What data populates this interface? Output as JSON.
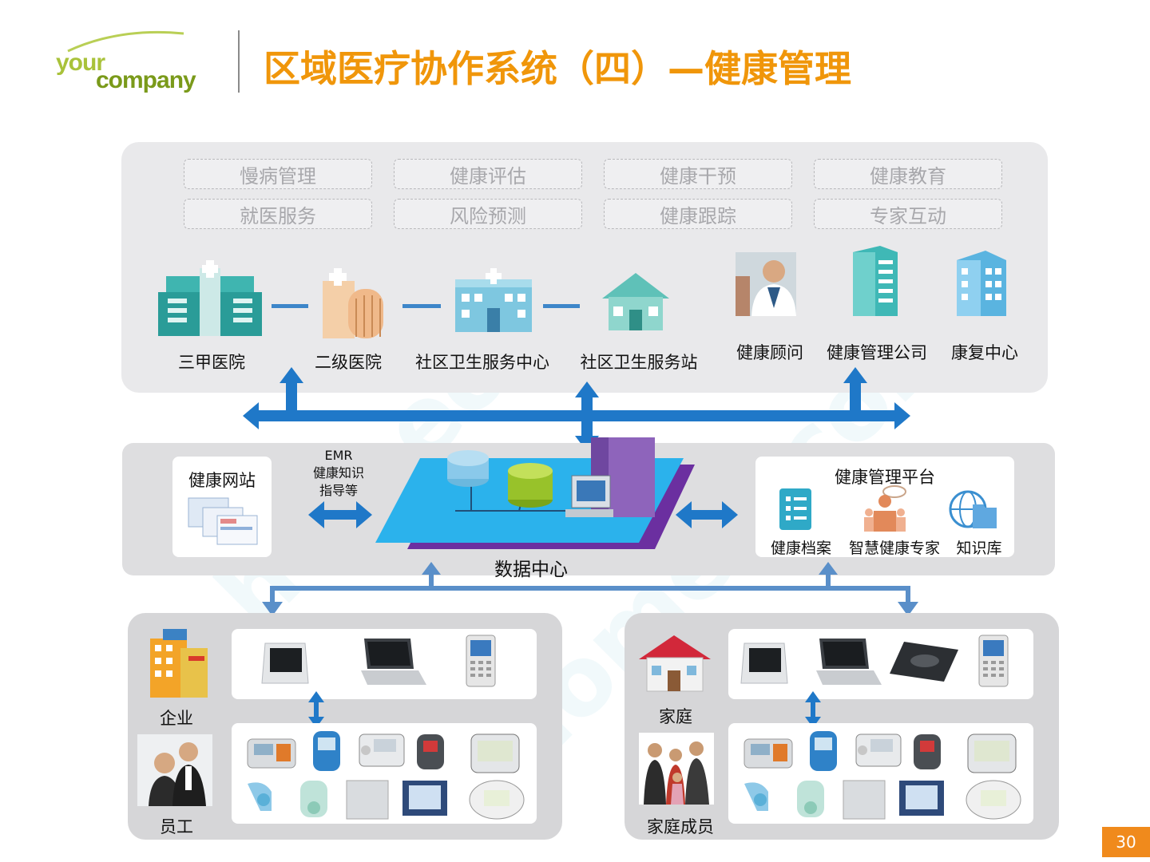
{
  "header": {
    "logo_line1": "your",
    "logo_line2": "company",
    "title": "区域医疗协作系统（四）—健康管理"
  },
  "services": [
    "慢病管理",
    "健康评估",
    "健康干预",
    "健康教育",
    "就医服务",
    "风险预测",
    "健康跟踪",
    "专家互动"
  ],
  "providers": [
    "三甲医院",
    "二级医院",
    "社区卫生服务中心",
    "社区卫生服务站",
    "健康顾问",
    "健康管理公司",
    "康复中心"
  ],
  "data_center": {
    "website_title": "健康网站",
    "link_label": "EMR\n健康知识\n指导等",
    "center_label": "数据中心",
    "platform_title": "健康管理平台",
    "platform_items": [
      "健康档案",
      "智慧健康专家",
      "知识库"
    ]
  },
  "enterprise": {
    "org_label": "企业",
    "member_label": "员工"
  },
  "family": {
    "org_label": "家庭",
    "member_label": "家庭成员"
  },
  "page_number": "30",
  "colors": {
    "title": "#f0960a",
    "arrow": "#1f78c8",
    "page_badge": "#f08a1c"
  }
}
